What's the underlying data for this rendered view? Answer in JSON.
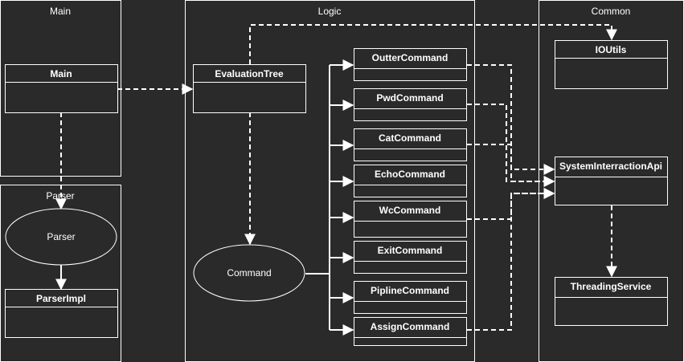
{
  "colors": {
    "background": "#2a2a2a",
    "stroke": "#ffffff",
    "text": "#ffffff"
  },
  "groups": {
    "main": "Main",
    "parser": "Parser",
    "logic": "Logic",
    "common": "Common"
  },
  "classes": {
    "main": "Main",
    "parser_impl": "ParserImpl",
    "evaluation_tree": "EvaluationTree",
    "outter_command": "OutterCommand",
    "pwd_command": "PwdCommand",
    "cat_command": "CatCommand",
    "echo_command": "EchoCommand",
    "wc_command": "WcCommand",
    "exit_command": "ExitCommand",
    "pipline_command": "PiplineCommand",
    "assign_command": "AssignCommand",
    "io_utils": "IOUtils",
    "system_interraction_api": "SystemInterractionApi",
    "threading_service": "ThreadingService"
  },
  "interfaces": {
    "parser": "Parser",
    "command": "Command"
  }
}
